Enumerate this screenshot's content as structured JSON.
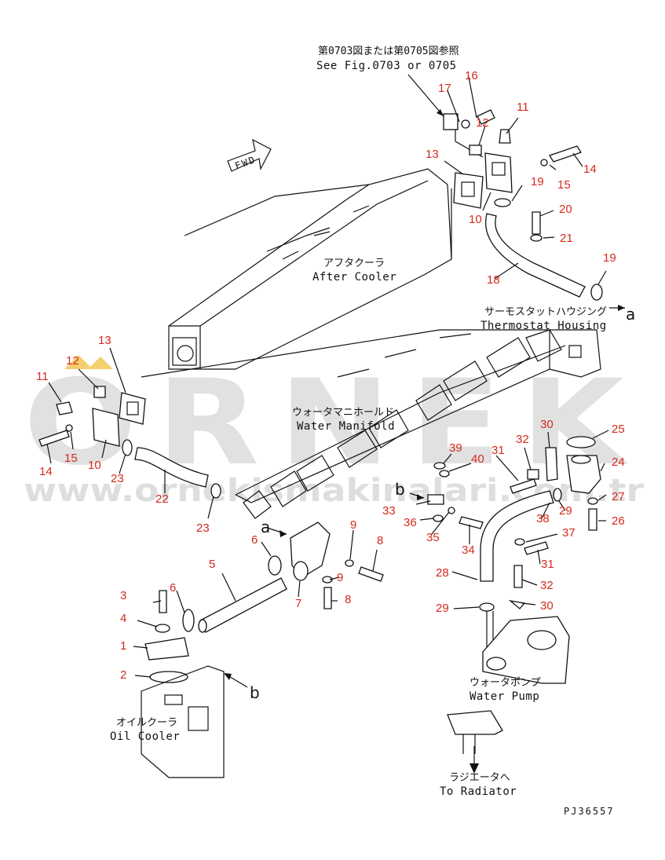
{
  "reference": {
    "jp": "第0703図または第0705図参照",
    "en": "See Fig.0703 or 0705"
  },
  "fwd_label": "FWD",
  "labels": {
    "after_cooler_jp": "アフタクーラ",
    "after_cooler_en": "After Cooler",
    "thermostat_jp": "サーモスタットハウジング",
    "thermostat_en": "Thermostat Housing",
    "manifold_jp": "ウォータマニホールド",
    "manifold_en": "Water Manifold",
    "oil_cooler_jp": "オイルクーラ",
    "oil_cooler_en": "Oil Cooler",
    "water_pump_jp": "ウォータポンプ",
    "water_pump_en": "Water Pump",
    "radiator_jp": "ラジエータへ",
    "radiator_en": "To Radiator"
  },
  "connectors": {
    "a": "a",
    "b": "b"
  },
  "part_numbers": {
    "n1": "1",
    "n2": "2",
    "n3": "3",
    "n4": "4",
    "n5": "5",
    "n6a": "6",
    "n6b": "6",
    "n7": "7",
    "n8a": "8",
    "n8b": "8",
    "n9a": "9",
    "n9b": "9",
    "n10a": "10",
    "n10b": "10",
    "n11a": "11",
    "n11b": "11",
    "n12a": "12",
    "n12b": "12",
    "n13a": "13",
    "n13b": "13",
    "n14a": "14",
    "n14b": "14",
    "n15a": "15",
    "n15b": "15",
    "n16": "16",
    "n17": "17",
    "n18": "18",
    "n19a": "19",
    "n19b": "19",
    "n20": "20",
    "n21": "21",
    "n22": "22",
    "n23a": "23",
    "n23b": "23",
    "n24": "24",
    "n25": "25",
    "n26": "26",
    "n27": "27",
    "n28": "28",
    "n29a": "29",
    "n29b": "29",
    "n30a": "30",
    "n30b": "30",
    "n31a": "31",
    "n31b": "31",
    "n32a": "32",
    "n32b": "32",
    "n33": "33",
    "n34": "34",
    "n35": "35",
    "n36": "36",
    "n37": "37",
    "n38": "38",
    "n39": "39",
    "n40": "40"
  },
  "drawing_code": "PJ36557",
  "watermark": {
    "brand": "ORNEK",
    "url": "www.ornekismakinalari.com.tr"
  },
  "colors": {
    "part_number": "#d42a1e",
    "line": "#111111",
    "watermark": "#c9c9c9",
    "watermark_accent": "#f2c24a"
  }
}
